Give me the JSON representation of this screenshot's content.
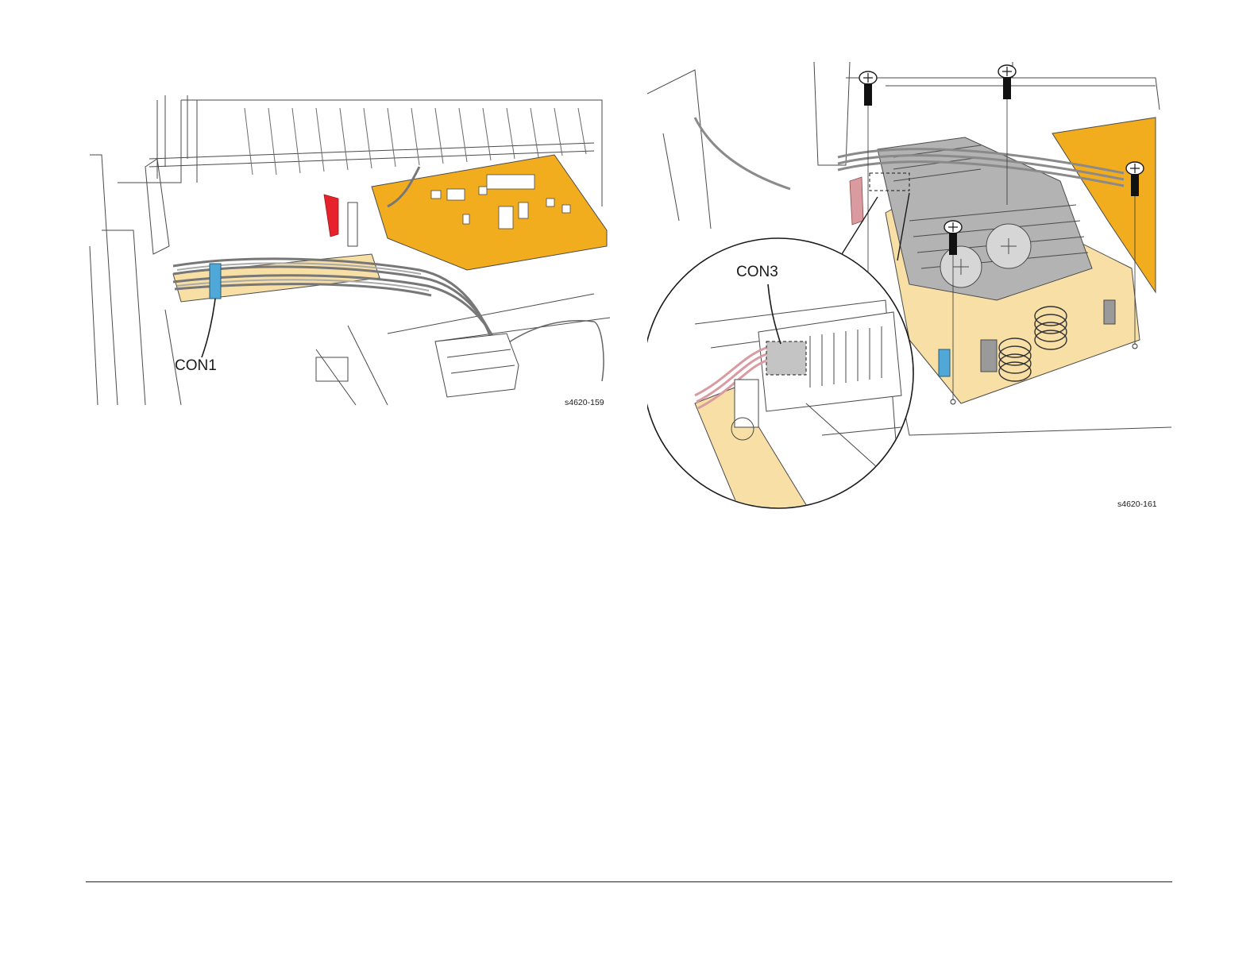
{
  "figures": [
    {
      "callout": "CON1",
      "figure_id": "s4620-159"
    },
    {
      "callout": "CON3",
      "figure_id": "s4620-161"
    }
  ],
  "colors": {
    "board": "#f2ad1f",
    "board_light": "#f7dfa5",
    "connector": "#4fa8d8",
    "cable_red": "#e8222c",
    "harness_pink": "#d99aa0",
    "line": "#4a4a4a"
  },
  "icons": [
    "screw-icon",
    "magnifier-callout-circle"
  ]
}
